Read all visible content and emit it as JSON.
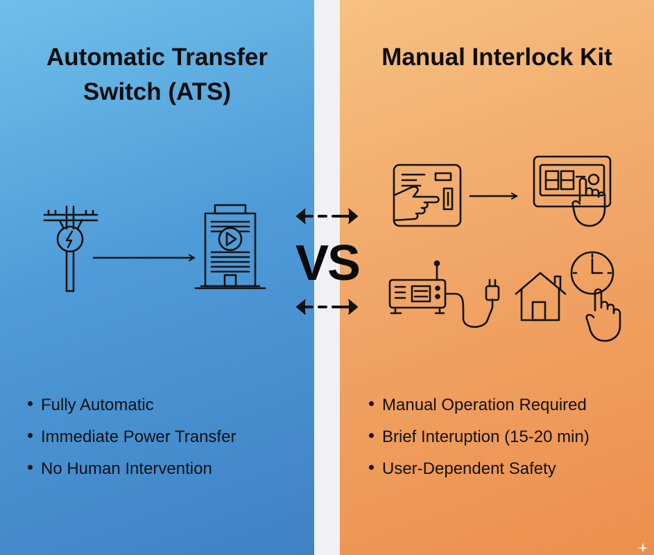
{
  "left": {
    "title_line1": "Automatic Transfer",
    "title_line2": "Switch (ATS)",
    "features": [
      "Fully Automatic",
      "Immediate Power Transfer",
      "No Human Intervention"
    ],
    "color": "#4f9bd8"
  },
  "right": {
    "title": "Manual Interlock Kit",
    "features": [
      "Manual Operation Required",
      "Brief Interuption (15-20 min)",
      "User-Dependent Safety"
    ],
    "color": "#f0a465"
  },
  "center": {
    "vs": "VS",
    "divider_color": "#f1f1f3"
  },
  "icons": {
    "left": [
      "utility-pole-icon",
      "arrow-right-icon",
      "building-icon"
    ],
    "right": [
      "hand-on-panel-icon",
      "arrow-right-icon",
      "hand-on-interlock-panel-icon",
      "generator-icon",
      "power-plug-icon",
      "house-icon",
      "clock-hand-icon"
    ],
    "center": [
      "double-arrow-icon"
    ]
  }
}
